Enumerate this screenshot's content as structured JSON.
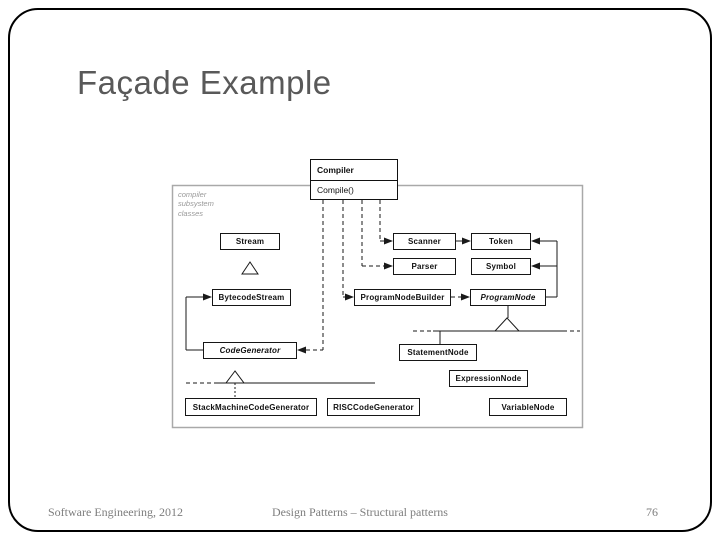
{
  "slide": {
    "title": "Façade Example",
    "footer": {
      "left": "Software Engineering, 2012",
      "center": "Design Patterns – Structural patterns",
      "page_number": "76"
    }
  },
  "diagram": {
    "subsystem_label": "compiler\nsubsystem\nclasses",
    "facade": {
      "name": "Compiler",
      "method": "Compile()"
    },
    "classes": {
      "stream": "Stream",
      "scanner": "Scanner",
      "token": "Token",
      "parser": "Parser",
      "symbol": "Symbol",
      "bytecode_stream": "BytecodeStream",
      "program_node_builder": "ProgramNodeBuilder",
      "program_node": "ProgramNode",
      "code_generator": "CodeGenerator",
      "statement_node": "StatementNode",
      "expression_node": "ExpressionNode",
      "stack_machine_code_generator": "StackMachineCodeGenerator",
      "risc_code_generator": "RISCCodeGenerator",
      "variable_node": "VariableNode"
    }
  },
  "colors": {
    "title_text": "#595959",
    "footer_text": "#7d7d7d",
    "diagram_line": "#1a1a1a",
    "subsystem_border": "#a9a9a9",
    "subsystem_label_text": "#999999"
  }
}
